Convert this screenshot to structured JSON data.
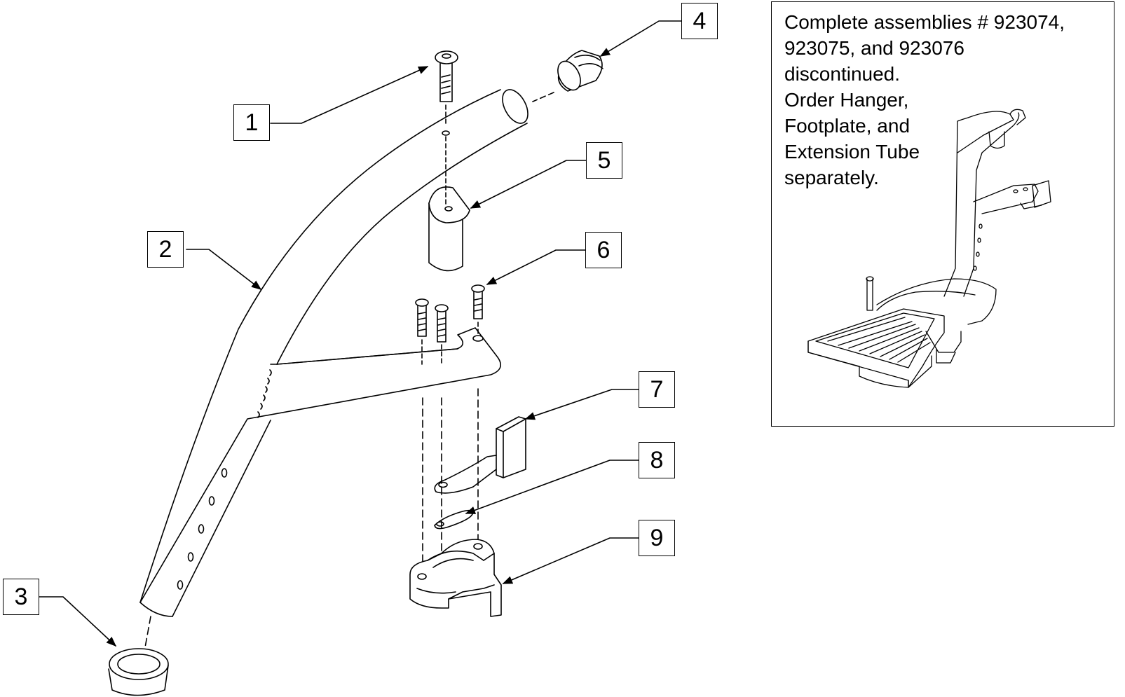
{
  "callouts": [
    {
      "id": "1",
      "label": "1"
    },
    {
      "id": "2",
      "label": "2"
    },
    {
      "id": "3",
      "label": "3"
    },
    {
      "id": "4",
      "label": "4"
    },
    {
      "id": "5",
      "label": "5"
    },
    {
      "id": "6",
      "label": "6"
    },
    {
      "id": "7",
      "label": "7"
    },
    {
      "id": "8",
      "label": "8"
    },
    {
      "id": "9",
      "label": "9"
    }
  ],
  "note": {
    "lines": [
      "Complete assemblies # 923074,",
      "923075, and 923076",
      "discontinued.",
      "Order Hanger,",
      "Footplate, and",
      "Extension Tube",
      "separately."
    ]
  }
}
